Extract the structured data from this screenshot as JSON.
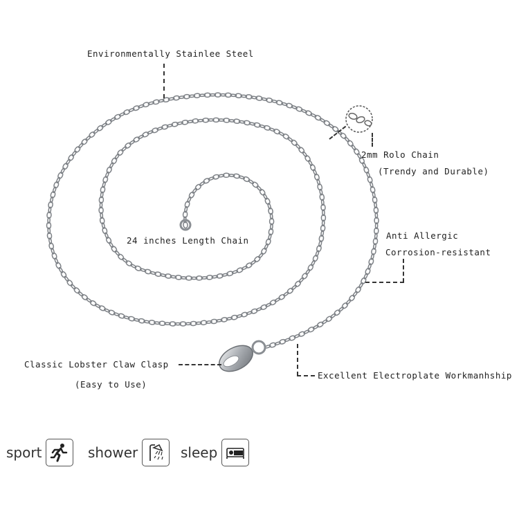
{
  "annotations": {
    "material": "Environmentally Stainlee Steel",
    "chain_type_line1": "2mm Rolo Chain",
    "chain_type_line2": "(Trendy and Durable)",
    "allergy_line1": "Anti Allergic",
    "allergy_line2": "Corrosion-resistant",
    "length": "24 inches Length Chain",
    "clasp_line1": "Classic Lobster Claw Clasp",
    "clasp_line2": "(Easy to Use)",
    "workmanship": "Excellent Electroplate Workmanhship"
  },
  "features": [
    {
      "label": "sport",
      "icon": "running-person-icon"
    },
    {
      "label": "shower",
      "icon": "shower-icon"
    },
    {
      "label": "sleep",
      "icon": "bed-icon"
    }
  ],
  "colors": {
    "chain": "#b9bcc0",
    "chain_dark": "#7d8186",
    "text": "#222222"
  }
}
